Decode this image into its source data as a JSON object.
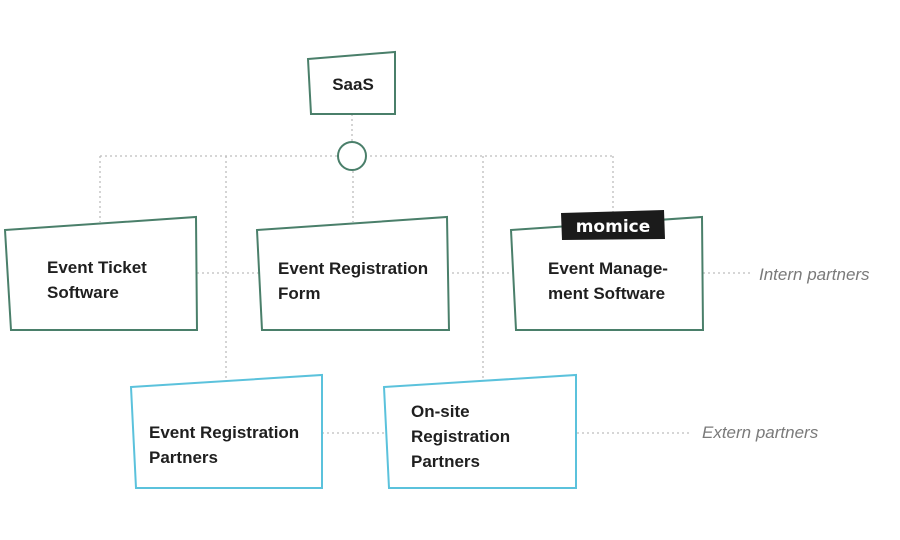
{
  "colors": {
    "intern": "#4a7f6a",
    "extern": "#5bc2dc",
    "connector": "#bdbdbd",
    "text": "#1f1f1f",
    "side_text": "#7a7a7a"
  },
  "root": {
    "label": "SaaS"
  },
  "intern_nodes": {
    "ticket": {
      "line1": "Event Ticket",
      "line2": "Software"
    },
    "form": {
      "line1": "Event Registration",
      "line2": "Form"
    },
    "management": {
      "line1": "Event Manage-",
      "line2": "ment Software",
      "badge": "momice"
    }
  },
  "extern_nodes": {
    "partners": {
      "line1": "Event Registration",
      "line2": "Partners"
    },
    "onsite": {
      "line1": "On-site",
      "line2": "Registration",
      "line3": "Partners"
    }
  },
  "side_labels": {
    "intern": "Intern partners",
    "extern": "Extern partners"
  }
}
